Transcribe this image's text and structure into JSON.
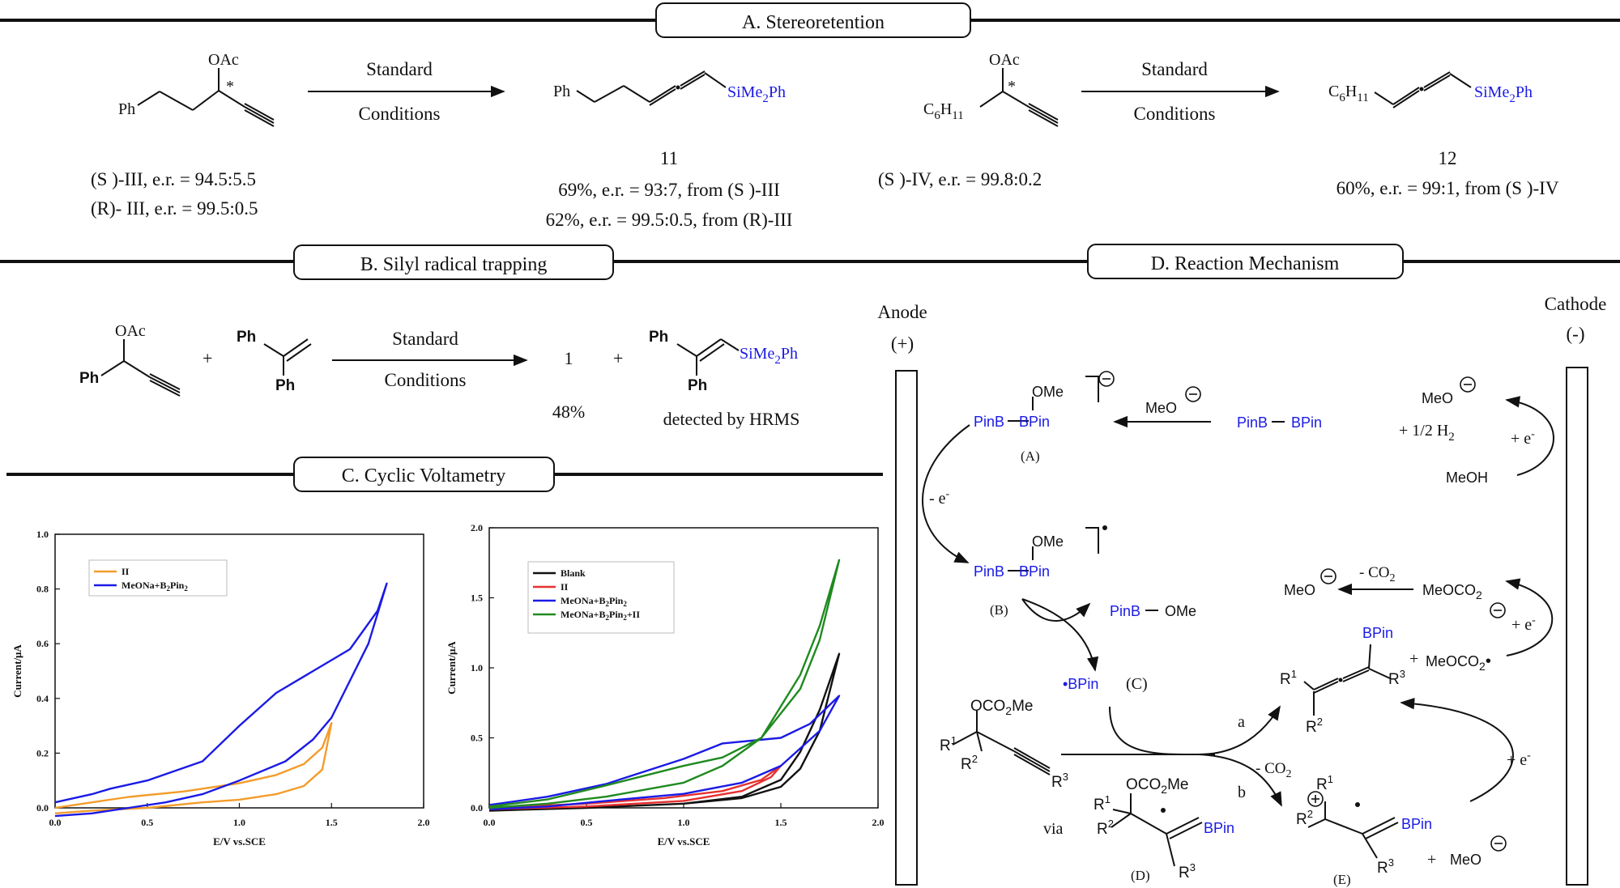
{
  "sections": {
    "a": "A. Stereoretention",
    "b": "B. Silyl radical  trapping",
    "c": "C. Cyclic Voltametry",
    "d": "D. Reaction Mechanism"
  },
  "common": {
    "standard": "Standard",
    "conditions": "Conditions",
    "oac": "OAc",
    "ph": "Ph",
    "sime2ph": "SiMe",
    "sub2": "2",
    "ph_after": "Ph",
    "c6h11": "C",
    "c6h11_sub": "6",
    "c6h11_h": "H",
    "c6h11_sub2": "11",
    "star": "*"
  },
  "panel_a": {
    "left_sm_1": "(S )-III, e.r.  = 94.5:5.5",
    "left_sm_2": "(R)- III, e.r.  = 99.5:0.5",
    "p11_label": "11",
    "p11_line1": "69%,  e.r.  = 93:7,  from (S )-III",
    "p11_line2": "62%,  e.r.  = 99.5:0.5,   from (R)-III",
    "right_sm": "(S )-IV, e.r.  = 99.8:0.2",
    "p12_label": "12",
    "p12_line": "60%,  e.r.  = 99:1,  from (S )-IV"
  },
  "panel_b": {
    "plus": "+",
    "product_1": "1",
    "yield": "48%",
    "detected": "detected    by HRMS"
  },
  "panel_c": {
    "left_chart": {
      "ylabel": "Current/μA",
      "xlabel": "E/V vs.SCE",
      "legend": [
        "II",
        "MeONa+B",
        "2",
        "Pin",
        "2"
      ]
    },
    "right_chart": {
      "ylabel": "Current/μA",
      "xlabel": "E/V vs.SCE",
      "legend": [
        "Blank",
        "II",
        "MeONa+B",
        "2",
        "Pin",
        "2",
        "MeONa+B",
        "2",
        "Pin",
        "2",
        "+II"
      ]
    }
  },
  "chart_data": [
    {
      "type": "line",
      "xlabel": "E/V vs.SCE",
      "ylabel": "Current/μA",
      "xlim": [
        0.0,
        2.0
      ],
      "ylim": [
        0.0,
        1.0
      ],
      "xticks": [
        "0.0",
        "0.5",
        "1.0",
        "1.5",
        "2.0"
      ],
      "yticks": [
        "0.0",
        "0.2",
        "0.4",
        "0.6",
        "0.8",
        "1.0"
      ],
      "series": [
        {
          "name": "II",
          "color": "#f39c2b",
          "x": [
            0.0,
            0.2,
            0.5,
            0.8,
            1.0,
            1.2,
            1.35,
            1.45,
            1.5,
            1.45,
            1.35,
            1.2,
            1.0,
            0.7,
            0.4,
            0.2,
            0.0
          ],
          "y": [
            -0.02,
            -0.01,
            0.0,
            0.02,
            0.03,
            0.05,
            0.08,
            0.14,
            0.31,
            0.22,
            0.16,
            0.12,
            0.09,
            0.06,
            0.04,
            0.02,
            0.0
          ]
        },
        {
          "name": "MeONa+B2Pin2",
          "color": "#1a1ae6",
          "x": [
            0.0,
            0.2,
            0.3,
            0.5,
            0.8,
            1.0,
            1.2,
            1.4,
            1.6,
            1.75,
            1.8,
            1.7,
            1.5,
            1.4,
            1.25,
            1.0,
            0.8,
            0.6,
            0.4,
            0.2,
            0.0
          ],
          "y": [
            0.02,
            0.05,
            0.07,
            0.1,
            0.17,
            0.3,
            0.42,
            0.5,
            0.58,
            0.72,
            0.82,
            0.6,
            0.33,
            0.25,
            0.17,
            0.1,
            0.05,
            0.02,
            0.0,
            -0.02,
            -0.03
          ]
        }
      ]
    },
    {
      "type": "line",
      "xlabel": "E/V vs.SCE",
      "ylabel": "Current/μA",
      "xlim": [
        0.0,
        2.0
      ],
      "ylim": [
        0.0,
        2.0
      ],
      "xticks": [
        "0.0",
        "0.5",
        "1.0",
        "1.5",
        "2.0"
      ],
      "yticks": [
        "0.0",
        "0.5",
        "1.0",
        "1.5",
        "2.0"
      ],
      "series": [
        {
          "name": "Blank",
          "color": "#111111",
          "x": [
            0.0,
            0.5,
            1.0,
            1.3,
            1.5,
            1.6,
            1.7,
            1.8,
            1.7,
            1.6,
            1.5,
            1.3,
            1.0,
            0.5,
            0.0
          ],
          "y": [
            -0.02,
            0.0,
            0.03,
            0.07,
            0.15,
            0.28,
            0.55,
            1.1,
            0.7,
            0.4,
            0.2,
            0.08,
            0.03,
            0.0,
            -0.02
          ]
        },
        {
          "name": "II",
          "color": "#e63030",
          "x": [
            0.0,
            0.5,
            1.0,
            1.3,
            1.45,
            1.5,
            1.4,
            1.2,
            0.9,
            0.5,
            0.0
          ],
          "y": [
            -0.01,
            0.01,
            0.05,
            0.12,
            0.22,
            0.3,
            0.2,
            0.12,
            0.07,
            0.03,
            0.0
          ]
        },
        {
          "name": "MeONa+B2Pin2",
          "color": "#1a1ae6",
          "x": [
            0.0,
            0.3,
            0.6,
            0.8,
            1.0,
            1.2,
            1.5,
            1.65,
            1.8,
            1.7,
            1.5,
            1.3,
            1.0,
            0.6,
            0.3,
            0.0
          ],
          "y": [
            0.02,
            0.08,
            0.17,
            0.26,
            0.35,
            0.46,
            0.5,
            0.6,
            0.8,
            0.55,
            0.3,
            0.18,
            0.1,
            0.05,
            0.01,
            -0.01
          ]
        },
        {
          "name": "MeONa+B2Pin2+II",
          "color": "#1f8a1f",
          "x": [
            0.0,
            0.3,
            0.6,
            0.8,
            1.0,
            1.2,
            1.4,
            1.6,
            1.7,
            1.8,
            1.7,
            1.6,
            1.4,
            1.2,
            1.0,
            0.6,
            0.3,
            0.0
          ],
          "y": [
            0.01,
            0.06,
            0.16,
            0.23,
            0.3,
            0.36,
            0.5,
            0.85,
            1.2,
            1.77,
            1.3,
            0.95,
            0.5,
            0.3,
            0.18,
            0.08,
            0.03,
            0.0
          ]
        }
      ]
    }
  ],
  "panel_d": {
    "anode": "Anode",
    "anode_sign": "(+)",
    "cathode": "Cathode",
    "cathode_sign": "(-)",
    "pinb": "PinB",
    "bpin": "BPin",
    "ome": "OMe",
    "meo": "MeO",
    "label_a": "(A)",
    "label_b": "(B)",
    "label_c": "(C)",
    "label_d": "(D)",
    "label_e": "(E)",
    "minus_e": "- e",
    "minus_e_sup": "-",
    "plus_e": "+ e",
    "half_h2": "+ 1/2  H",
    "h2_sub": "2",
    "meoh": "MeOH",
    "meoco2": "MeOCO",
    "minus_co2": "- CO",
    "bpin_radical": "•BPin",
    "oco2me": "OCO",
    "me": "Me",
    "r1": "R",
    "via": "via",
    "path_a": "a",
    "path_b": "b",
    "plus": "+",
    "sup1": "1",
    "sup2": "2",
    "sup3": "3"
  },
  "colors": {
    "boron_blue": "#1a1ae6",
    "orange": "#f39c2b",
    "red": "#e63030",
    "green": "#1f8a1f",
    "black": "#111111"
  }
}
